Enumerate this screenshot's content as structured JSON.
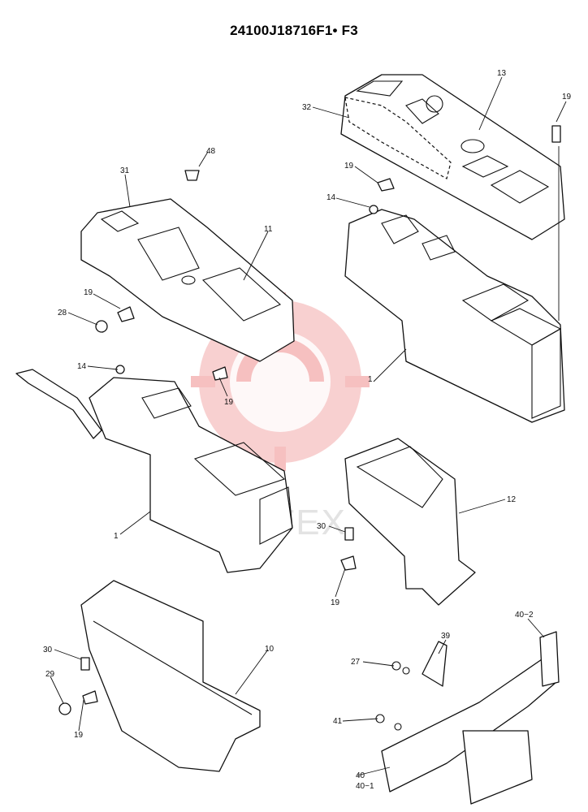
{
  "title": "24100J18716F1• F3",
  "watermark_text": "ИНТЕХ",
  "callouts": {
    "c13": "13",
    "c32": "32",
    "c19a": "19",
    "c19b": "19",
    "c14a": "14",
    "c1a": "1",
    "c48": "48",
    "c31": "31",
    "c11": "11",
    "c19c": "19",
    "c28": "28",
    "c19d": "19",
    "c14b": "14",
    "c1b": "1",
    "c12": "12",
    "c30a": "30",
    "c19e": "19",
    "c10": "10",
    "c30b": "30",
    "c29": "29",
    "c19f": "19",
    "c39": "39",
    "c40_2": "40−2",
    "c27": "27",
    "c41": "41",
    "c40": "40",
    "c40_1": "40−1"
  },
  "colors": {
    "line": "#111111",
    "watermark": "#f4b3b3",
    "background": "#ffffff"
  }
}
